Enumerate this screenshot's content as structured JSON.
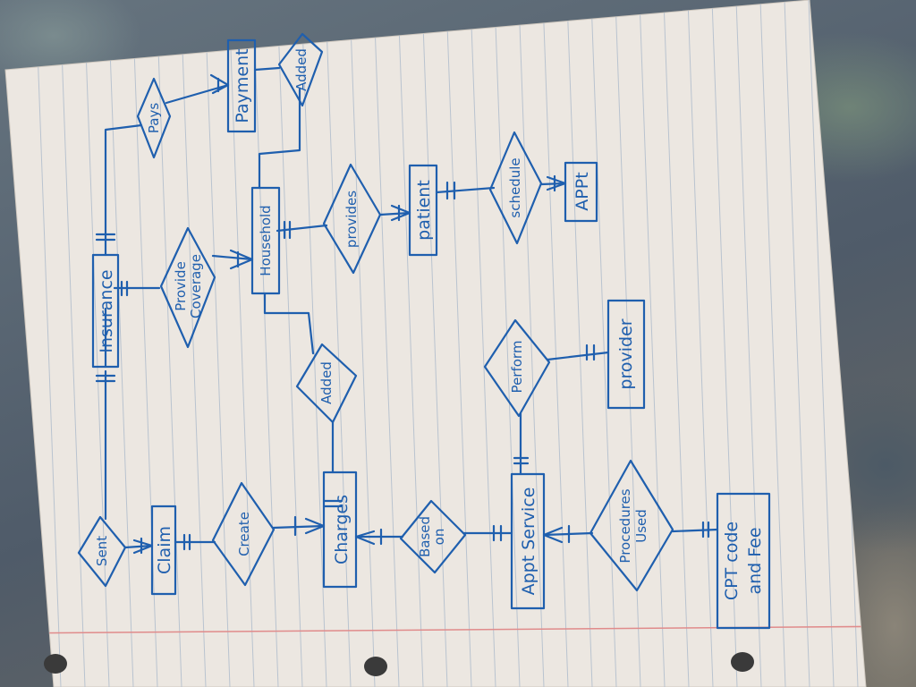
{
  "entities": {
    "insurance": "Insurance",
    "payment": "Payment",
    "household": "Household",
    "patient": "patient",
    "appt": "APPt",
    "claim": "Claim",
    "charges": "Charges",
    "appt_service": "Appt Service",
    "provider": "provider",
    "cpt_code_line1": "CPT code",
    "cpt_code_line2": "and Fee"
  },
  "relationships": {
    "pays": "Pays",
    "added_top": "Added",
    "provide_coverage_line1": "Provide",
    "provide_coverage_line2": "Coverage",
    "provides": "provides",
    "schedule": "schedule",
    "added_mid": "Added",
    "perform": "Perform",
    "sent": "Sent",
    "create": "Create",
    "based_on_line1": "Based",
    "based_on_line2": "on",
    "procedures_used_line1": "Procedures",
    "procedures_used_line2": "Used"
  }
}
